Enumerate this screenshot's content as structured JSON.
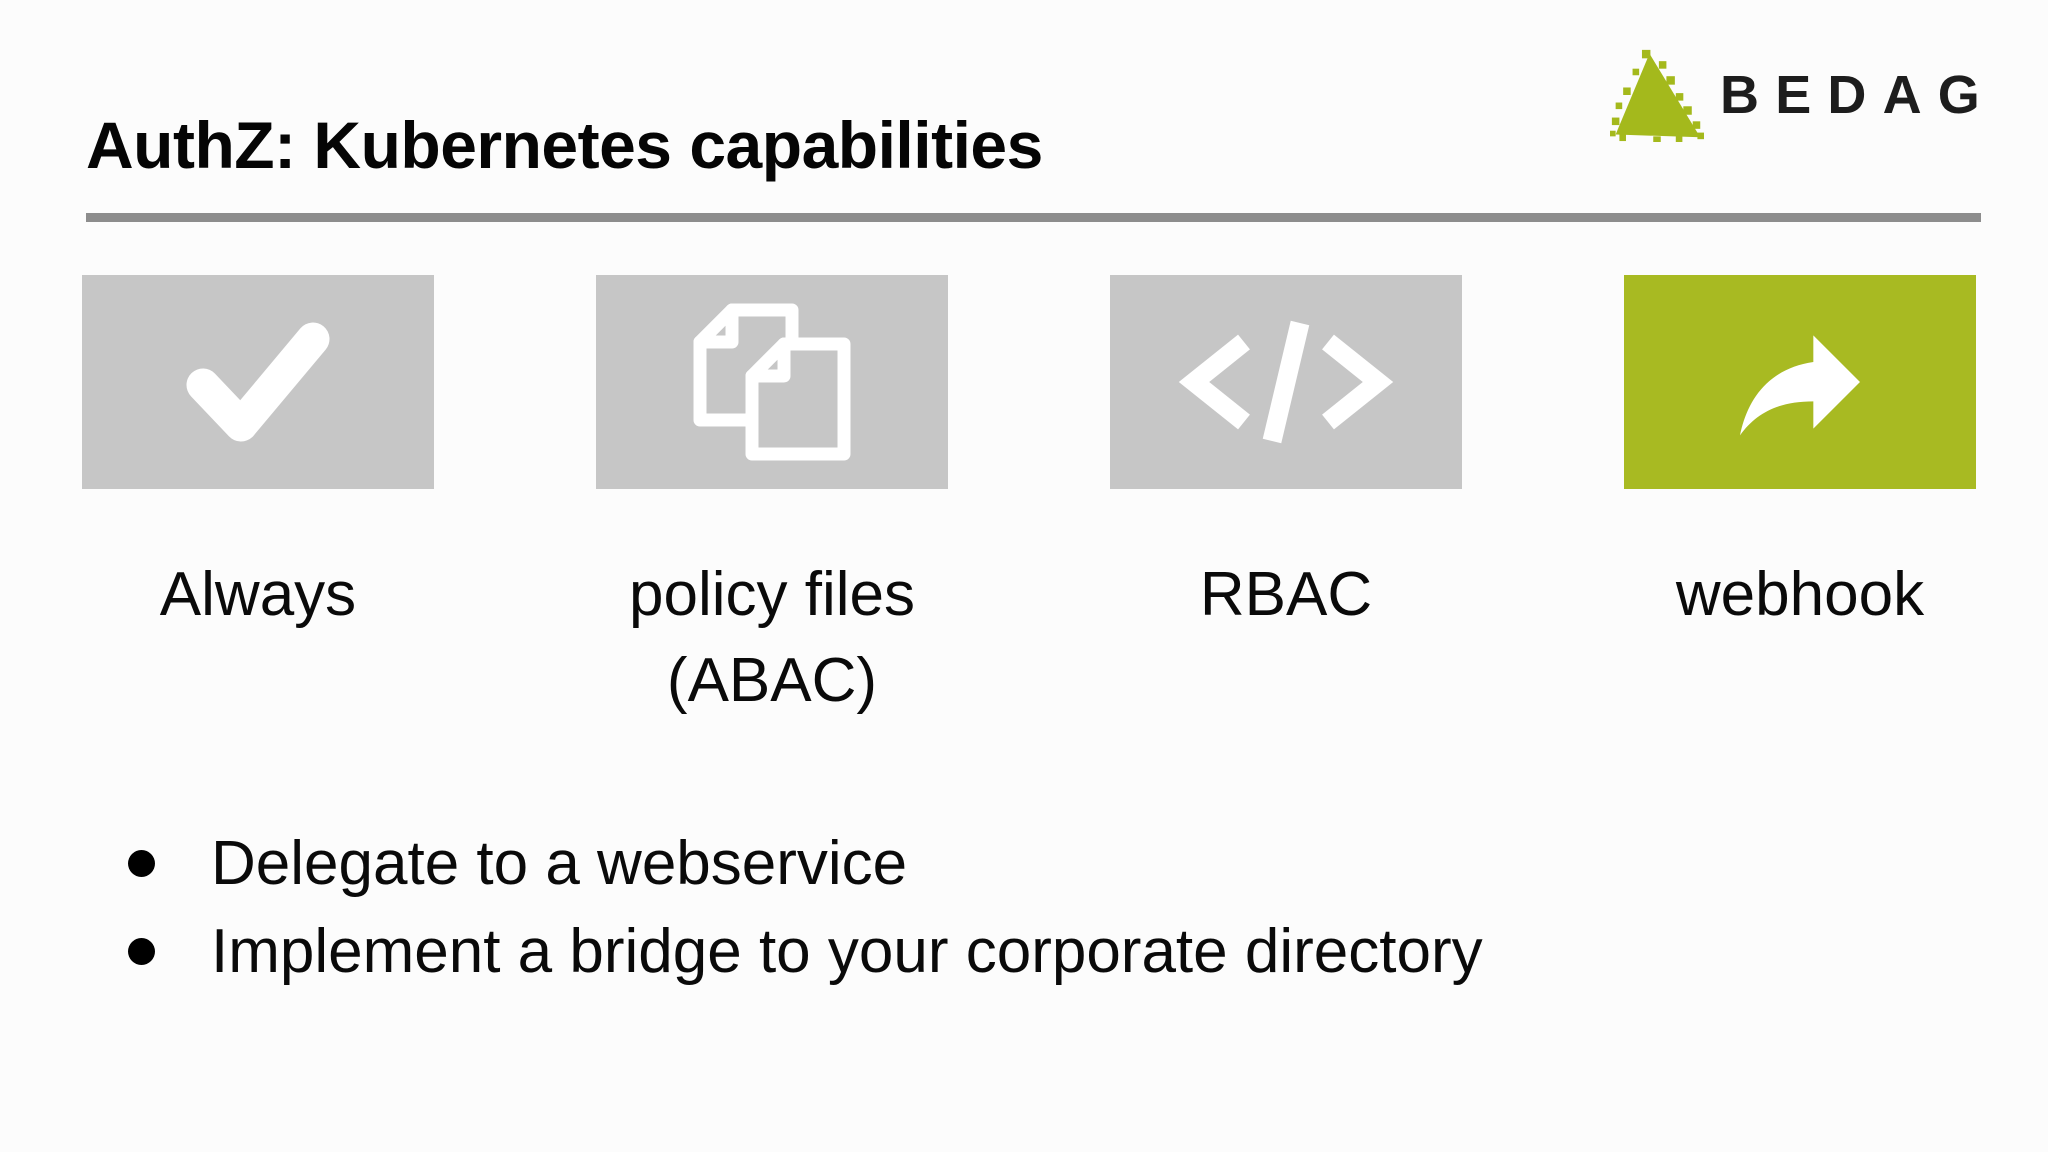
{
  "slide": {
    "title": "AuthZ: Kubernetes capabilities",
    "logo": {
      "text": "BEDAG",
      "triangle_color": "#a4b91c",
      "text_color": "#1d1d1d"
    },
    "tiles": [
      {
        "label": "Always",
        "icon": "check-icon",
        "bg": "#c6c6c6"
      },
      {
        "label": "policy files\n(ABAC)",
        "icon": "copy-files-icon",
        "bg": "#c6c6c6"
      },
      {
        "label": "RBAC",
        "icon": "code-icon",
        "bg": "#c6c6c6"
      },
      {
        "label": "webhook",
        "icon": "forward-arrow-icon",
        "bg": "#a8ba22"
      }
    ],
    "bullets": [
      "Delegate to a webservice",
      "Implement a bridge to your corporate directory"
    ],
    "colors": {
      "tile_gray": "#c6c6c6",
      "accent_green": "#a8ba22",
      "divider_gray": "#8d8d8d",
      "text_black": "#0a0a0a"
    }
  }
}
